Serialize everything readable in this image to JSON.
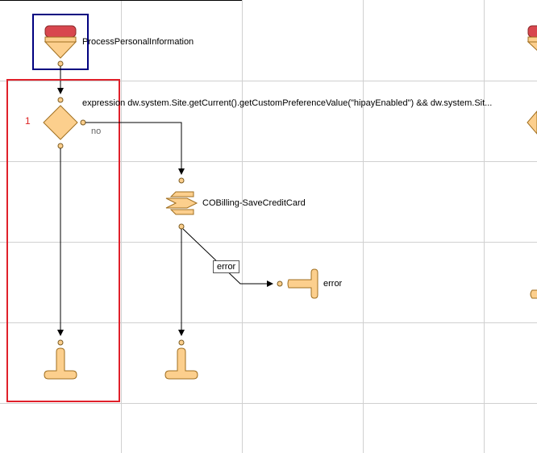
{
  "nodes": {
    "start": {
      "label": "ProcessPersonalInformation"
    },
    "decision": {
      "expression": "expression dw.system.Site.getCurrent().getCustomPreferenceValue(\"hipayEnabled\") && dw.system.Sit...",
      "no_label": "no",
      "marker": "1"
    },
    "call": {
      "label": "COBilling-SaveCreditCard"
    },
    "error_end": {
      "label": "error"
    },
    "error_transition": {
      "label": "error"
    }
  },
  "colors": {
    "node_fill": "#fccf8d",
    "node_stroke": "#a06f20",
    "start_top": "#d8464e",
    "selection": "#000080",
    "highlight": "#e0202a",
    "grid": "#d0d0d0"
  },
  "icons": [
    "start-node-icon",
    "decision-node-icon",
    "call-node-icon",
    "end-node-icon"
  ]
}
